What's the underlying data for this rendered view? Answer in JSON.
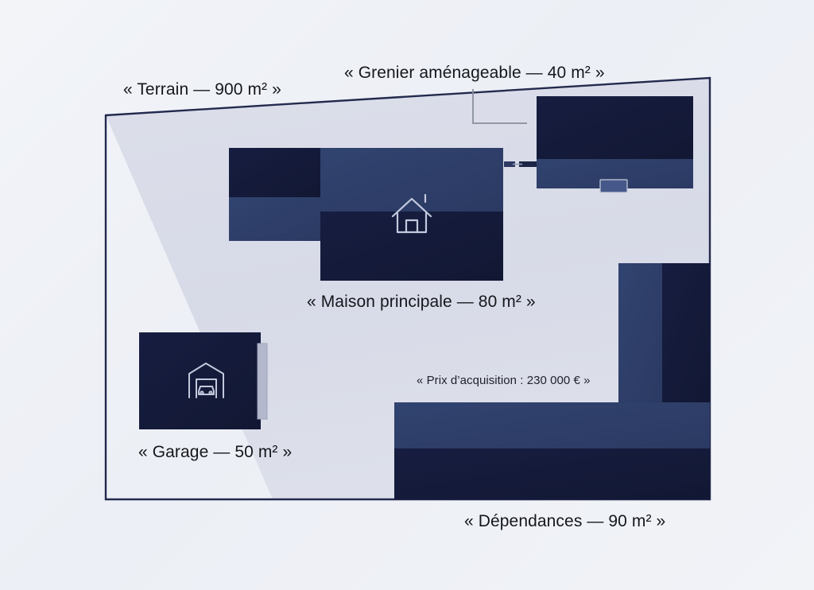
{
  "scene": {
    "title": "Plan de propriete",
    "background_color": "#eef1f6"
  },
  "palette": {
    "ink_dark": "#151c3d",
    "ink_mid": "#2e406e",
    "ink_line": "#222a4d",
    "terrain_fill": "#d9dce8",
    "terrain_stroke": "#232a4e",
    "leader_line": "#8b8f9c",
    "icon_stroke": "#c3c9dd",
    "text": "#15171c"
  },
  "labels": {
    "terrain": "« Terrain — 900 m² »",
    "grenier": "« Grenier aménageable — 40 m² »",
    "maison": "« Maison principale — 80 m² »",
    "garage": "« Garage — 50 m² »",
    "prix": "« Prix d’acquisition : 230 000 € »",
    "dependances": "« Dépendances — 90 m² »"
  },
  "icons": {
    "house": "house-outline-icon",
    "garage": "garage-car-outline-icon"
  },
  "chart_data": {
    "type": "diagram",
    "title": "Plan de propriete — repartition des surfaces",
    "unit": "m²",
    "currency": "€",
    "items": [
      {
        "name": "Terrain",
        "area": 900,
        "label": "« Terrain — 900 m² »"
      },
      {
        "name": "Grenier aménageable",
        "area": 40,
        "label": "« Grenier aménageable — 40 m² »"
      },
      {
        "name": "Maison principale",
        "area": 80,
        "label": "« Maison principale — 80 m² »"
      },
      {
        "name": "Garage",
        "area": 50,
        "label": "« Garage — 50 m² »"
      },
      {
        "name": "Dépendances",
        "area": 90,
        "label": "« Dépendances — 90 m² »"
      }
    ],
    "price": {
      "name": "Prix d’acquisition",
      "value": 230000,
      "formatted": "230 000 €"
    }
  }
}
